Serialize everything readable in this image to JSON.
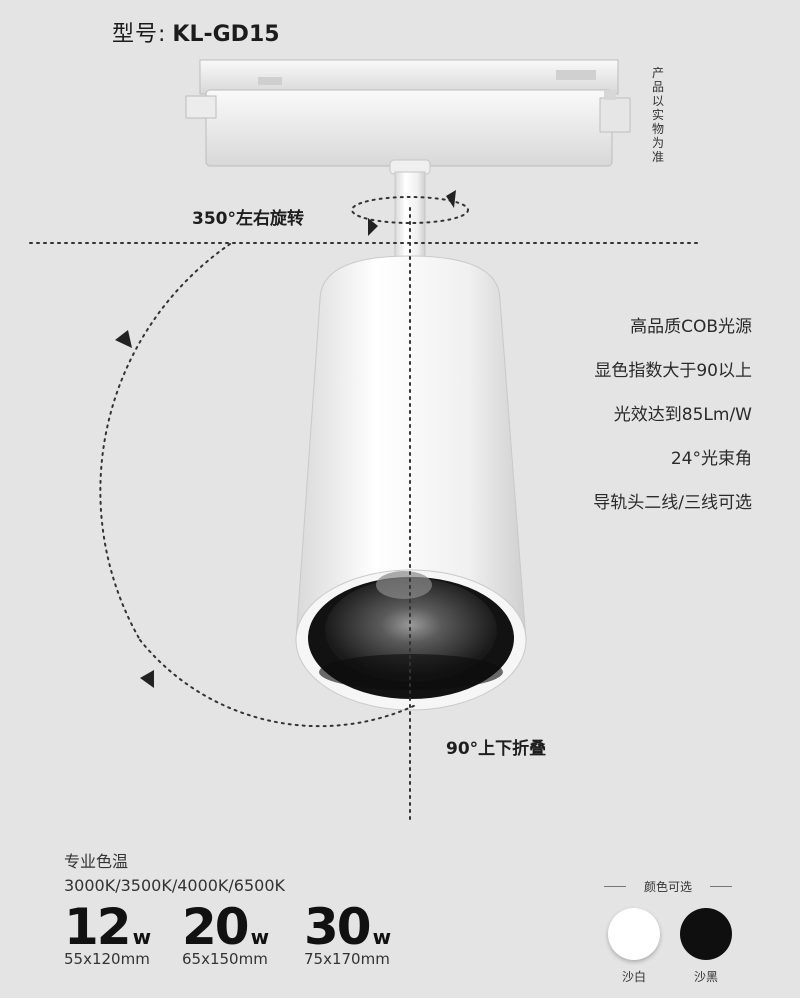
{
  "model": {
    "label": "型号:",
    "value": "KL-GD15"
  },
  "side_note": "产品以实物为准",
  "callouts": {
    "rotate": "350°左右旋转",
    "fold": "90°上下折叠"
  },
  "features": [
    "高品质COB光源",
    "显色指数大于90以上",
    "光效达到85Lm/W",
    "24°光束角",
    "导轨头二线/三线可选"
  ],
  "color_temperature": {
    "title": "专业色温",
    "values": "3000K/3500K/4000K/6500K"
  },
  "power_options": [
    {
      "watts": "12",
      "unit": "w",
      "size": "55x120mm"
    },
    {
      "watts": "20",
      "unit": "w",
      "size": "65x150mm"
    },
    {
      "watts": "30",
      "unit": "w",
      "size": "75x170mm"
    }
  ],
  "finishes": {
    "title": "颜色可选",
    "options": [
      {
        "name": "沙白",
        "color": "#ffffff"
      },
      {
        "name": "沙黑",
        "color": "#0f0f0f"
      }
    ]
  },
  "colors": {
    "background": "#e4e4e4",
    "lamp_body": "#f5f5f5",
    "lamp_inner": "#121212",
    "guide_lines": "#333333"
  }
}
